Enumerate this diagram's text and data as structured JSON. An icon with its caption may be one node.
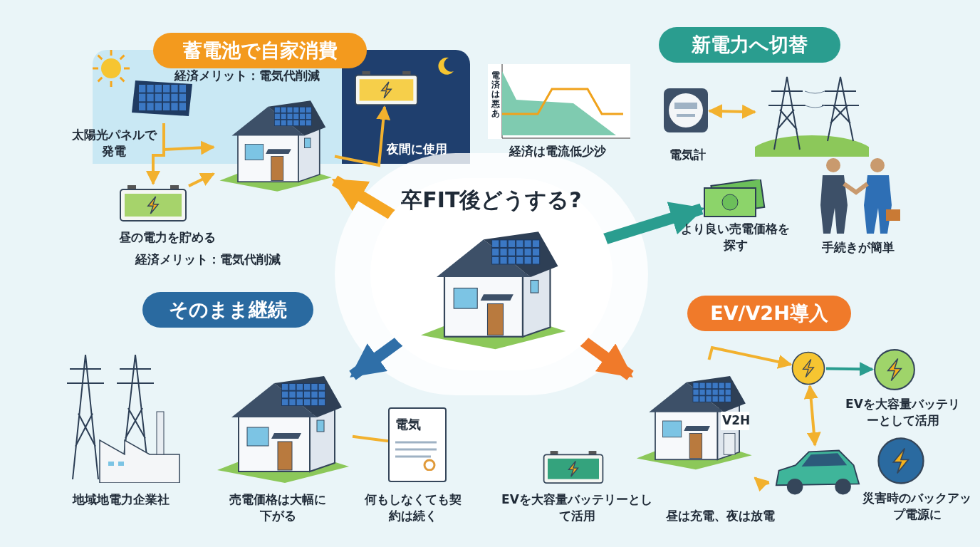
{
  "diagram": {
    "nodes": [
      {
        "text": [
          "卒FIT後どうする?"
        ]
      },
      {
        "text": [
          "蓄電池で自家消費"
        ]
      },
      {
        "text": [],
        "shape": "picture",
        "beside": [
          "太陽光パネルで発電"
        ]
      },
      {
        "text": [],
        "shape": "picture"
      },
      {
        "text": [],
        "shape": "picture",
        "beside": [
          "昼の電力を貯める"
        ]
      },
      {
        "text": [],
        "shape": "picture",
        "beside": [
          "夜間に使用"
        ]
      },
      {
        "text": [
          "新電力へ切替"
        ]
      },
      {
        "text": [],
        "shape": "picture",
        "beside": [
          "電気計"
        ]
      },
      {
        "text": [],
        "shape": "picture"
      },
      {
        "text": [],
        "shape": "picture",
        "beside": [
          "より良い売電価格を探す"
        ]
      },
      {
        "text": [],
        "shape": "picture",
        "beside": [
          "手続きが簡単"
        ]
      },
      {
        "text": [
          "そのまま継続"
        ]
      },
      {
        "text": [],
        "shape": "picture",
        "beside": [
          "地域地電力企業社"
        ]
      },
      {
        "text": [],
        "shape": "picture",
        "beside": [
          "売電価格は大幅に下がる"
        ]
      },
      {
        "text": [
          "電気"
        ],
        "beside": [
          "何もしなくても契約は続く"
        ]
      },
      {
        "text": [
          "EV/V2H導入"
        ]
      },
      {
        "text": [],
        "shape": "picture"
      },
      {
        "text": [],
        "shape": "picture",
        "beside": [
          "EVを大容量バッテリーとして活用"
        ]
      },
      {
        "text": [],
        "shape": "circle"
      },
      {
        "text": [],
        "shape": "circle",
        "beside": [
          "EVを大容量バッテリーとして活用"
        ]
      },
      {
        "text": [],
        "shape": "picture"
      },
      {
        "text": [],
        "shape": "circle",
        "beside": [
          "災害時のバックアップ電源に"
        ]
      }
    ],
    "edges": [
      {
        "from": 0,
        "to": 3,
        "arrow": "to",
        "style": "thick",
        "color": "#f5a623"
      },
      {
        "from": 0,
        "to": 9,
        "arrow": "to",
        "style": "thick",
        "color": "#2a9d8f"
      },
      {
        "from": 0,
        "to": 13,
        "arrow": "to",
        "style": "thick",
        "color": "#2f6fa8"
      },
      {
        "from": 0,
        "to": 16,
        "arrow": "to",
        "style": "thick",
        "color": "#f07a2a"
      },
      {
        "from": 2,
        "to": 3,
        "arrow": "to"
      },
      {
        "from": 2,
        "to": 4,
        "arrow": "to"
      },
      {
        "from": 4,
        "to": 3,
        "arrow": "to"
      },
      {
        "from": 3,
        "to": 5,
        "arrow": "to"
      },
      {
        "from": 7,
        "to": 8,
        "arrow": "both"
      },
      {
        "from": 13,
        "to": 14,
        "arrow": "none"
      },
      {
        "from": 16,
        "to": 18,
        "arrow": "to"
      },
      {
        "from": 18,
        "to": 19,
        "arrow": "to",
        "color": "#2a9d8f"
      },
      {
        "from": 18,
        "to": 20,
        "arrow": "both"
      },
      {
        "from": 20,
        "to": 16,
        "arrow": "to"
      }
    ],
    "labels": [
      "経済メリット：電気代削減",
      "経済メリット：電気代削減",
      "電済は悪あ",
      "経済は電流低少沙",
      "V2H",
      "昼は充電、夜は放電"
    ]
  }
}
